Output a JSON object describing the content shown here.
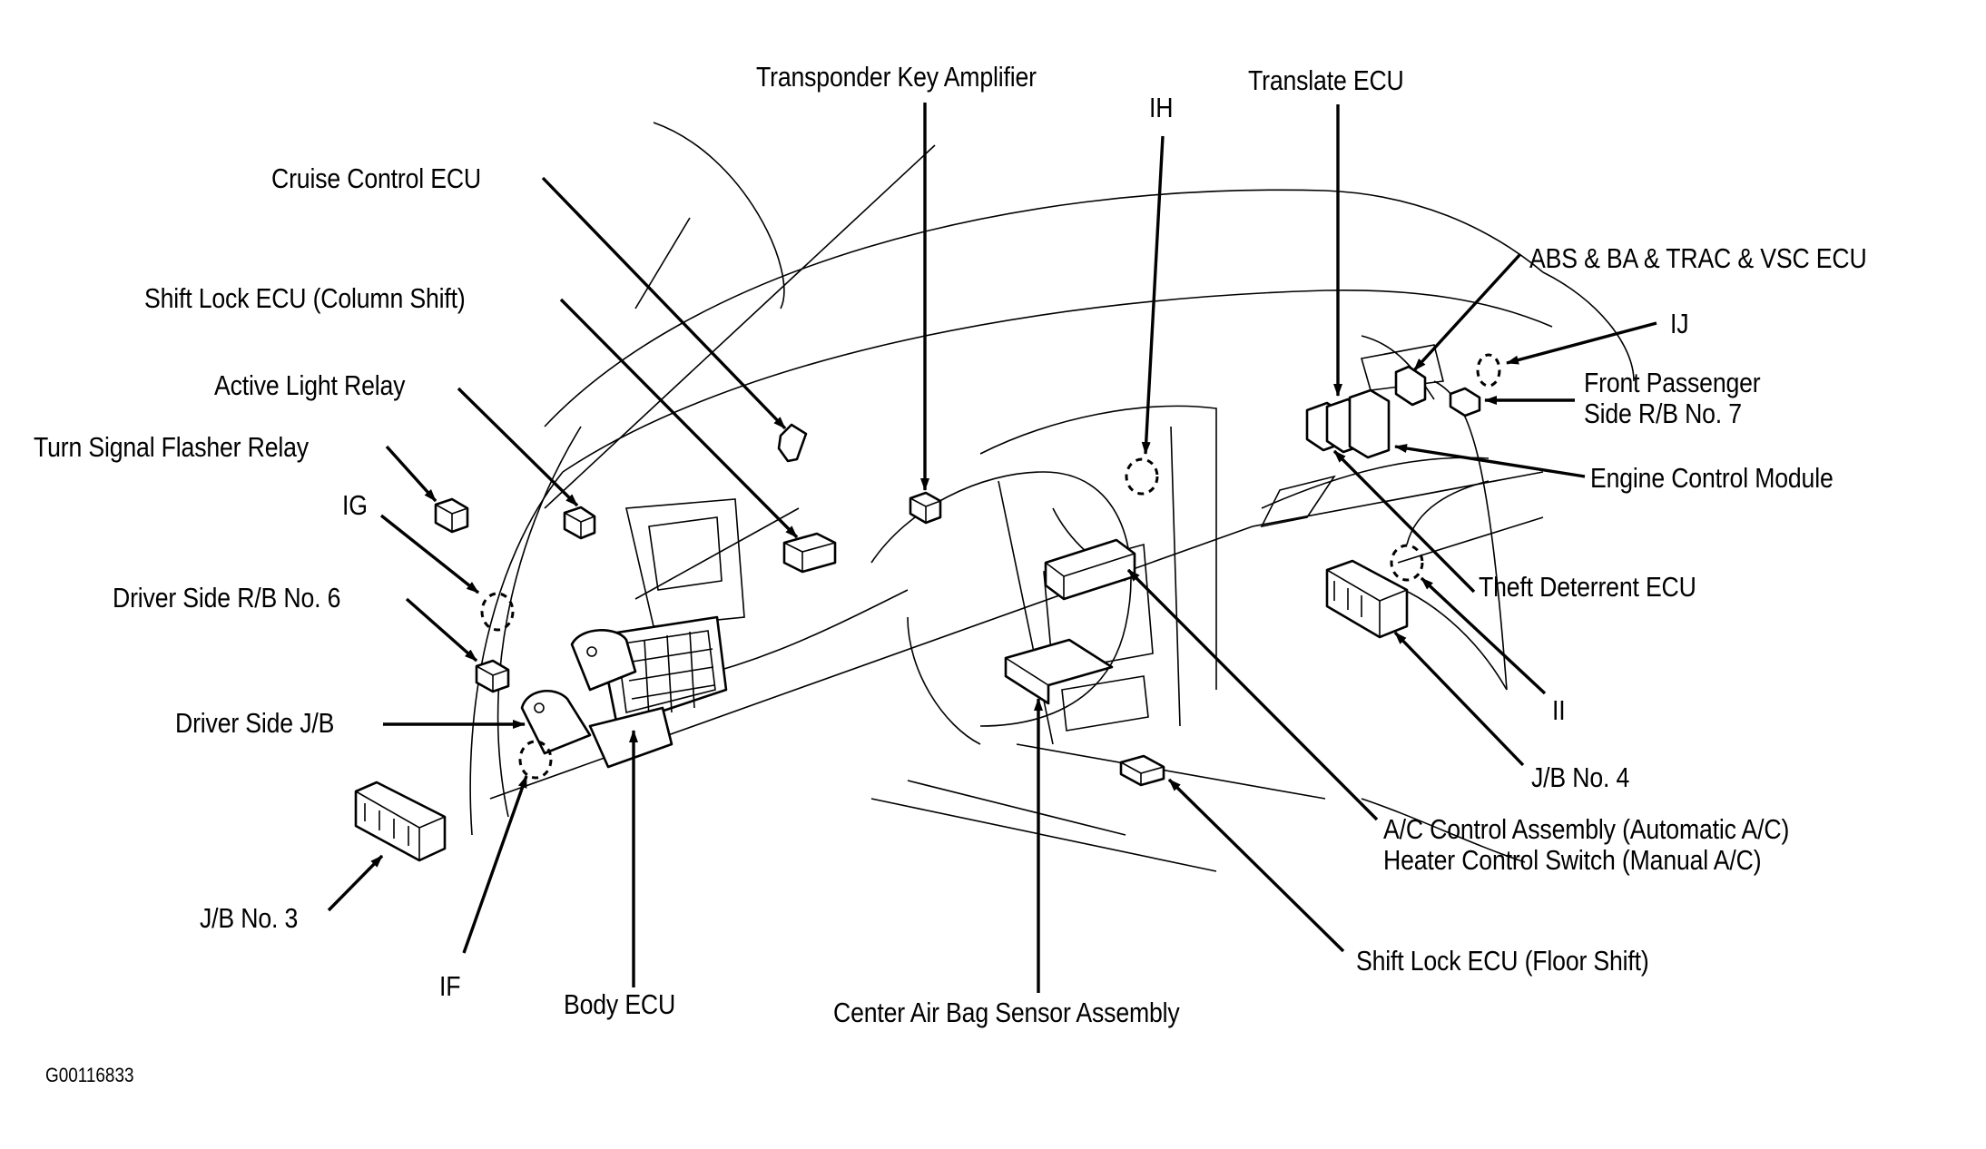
{
  "figure": {
    "id": "G00116833",
    "subject": "Instrument panel component locations"
  },
  "callouts": {
    "transponder_key_amplifier": "Transponder Key Amplifier",
    "translate_ecu": "Translate ECU",
    "ih": "IH",
    "cruise_control_ecu": "Cruise Control ECU",
    "abs_ecu": "ABS & BA & TRAC & VSC ECU",
    "shift_lock_column": "Shift Lock ECU (Column Shift)",
    "ij": "IJ",
    "front_passenger_rb_line1": "Front Passenger",
    "front_passenger_rb_line2": "Side R/B No. 7",
    "active_light_relay": "Active Light Relay",
    "turn_signal_flasher_relay": "Turn Signal Flasher Relay",
    "engine_control_module": "Engine Control Module",
    "ig": "IG",
    "theft_deterrent_ecu": "Theft Deterrent ECU",
    "driver_side_rb": "Driver Side R/B No. 6",
    "ii": "II",
    "driver_side_jb": "Driver Side J/B",
    "jb_no4": "J/B No. 4",
    "ac_control_line1": "A/C Control Assembly (Automatic A/C)",
    "ac_control_line2": "Heater Control Switch (Manual A/C)",
    "jb_no3": "J/B No. 3",
    "shift_lock_floor": "Shift Lock ECU (Floor Shift)",
    "if": "IF",
    "body_ecu": "Body ECU",
    "center_air_bag": "Center Air Bag Sensor Assembly"
  }
}
